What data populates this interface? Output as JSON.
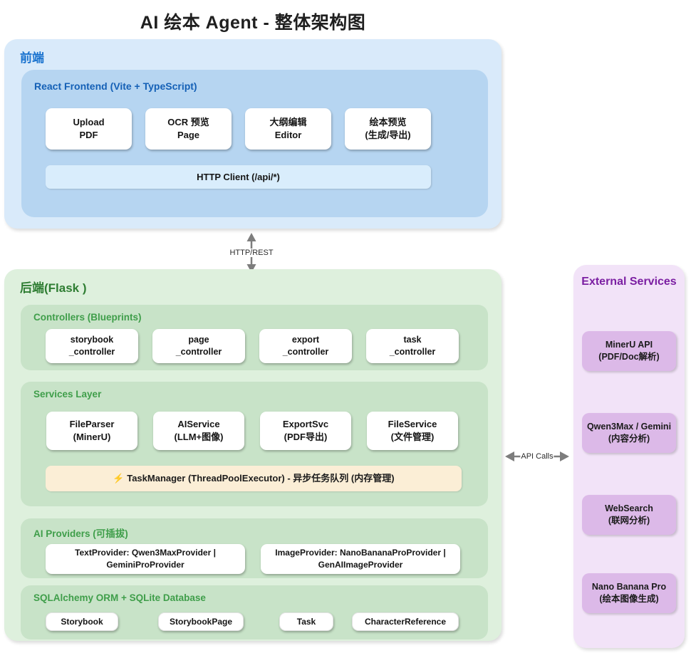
{
  "title": "AI 绘本 Agent - 整体架构图",
  "frontend": {
    "label": "前端",
    "container_label": "React Frontend (Vite + TypeScript)",
    "cards": [
      {
        "line1": "Upload",
        "line2": "PDF"
      },
      {
        "line1": "OCR 预览",
        "line2": "Page"
      },
      {
        "line1": "大纲编辑",
        "line2": "Editor"
      },
      {
        "line1": "绘本预览",
        "line2": "(生成/导出)"
      }
    ],
    "http_client_label": "HTTP Client (/api/*)"
  },
  "connectors": {
    "frontend_backend": "HTTP/REST",
    "backend_external": "API Calls"
  },
  "backend": {
    "label": "后端(Flask )",
    "controllers": {
      "title": "Controllers (Blueprints)",
      "cards": [
        {
          "line1": "storybook",
          "line2": "_controller"
        },
        {
          "line1": "page",
          "line2": "_controller"
        },
        {
          "line1": "export",
          "line2": "_controller"
        },
        {
          "line1": "task",
          "line2": "_controller"
        }
      ]
    },
    "services": {
      "title": "Services Layer",
      "cards": [
        {
          "line1": "FileParser",
          "line2": "(MinerU)"
        },
        {
          "line1": "AIService",
          "line2": "(LLM+图像)"
        },
        {
          "line1": "ExportSvc",
          "line2": "(PDF导出)"
        },
        {
          "line1": "FileService",
          "line2": "(文件管理)"
        }
      ],
      "task_manager": "⚡ TaskManager (ThreadPoolExecutor) - 异步任务队列 (内存管理)"
    },
    "providers": {
      "title": "AI Providers (可插拔)",
      "cards": [
        {
          "line1": "TextProvider: Qwen3MaxProvider |",
          "line2": "GeminiProProvider"
        },
        {
          "line1": "ImageProvider: NanoBananaProProvider |",
          "line2": "GenAIImageProvider"
        }
      ]
    },
    "database": {
      "title": "SQLAlchemy ORM + SQLite Database",
      "cards": [
        "Storybook",
        "StorybookPage",
        "Task",
        "CharacterReference"
      ]
    }
  },
  "external": {
    "label": "External Services",
    "cards": [
      {
        "line1": "MinerU API",
        "line2": "(PDF/Doc解析)"
      },
      {
        "line1": "Qwen3Max / Gemini",
        "line2": "(内容分析)"
      },
      {
        "line1": "WebSearch",
        "line2": "(联网分析)"
      },
      {
        "line1": "Nano Banana Pro",
        "line2": "(绘本图像生成)"
      }
    ]
  },
  "colors": {
    "frontend_bg": "#d9eafa",
    "frontend_inner_bg": "#b6d5f1",
    "frontend_label": "#1a73cf",
    "frontend_inner_label": "#1460b6",
    "http_client_bg": "#d9edfc",
    "backend_bg": "#def0dd",
    "backend_inner_bg": "#c8e3c8",
    "backend_label": "#2e7d32",
    "backend_section_label": "#3f9e4a",
    "task_manager_bg": "#fbeed6",
    "external_bg": "#f2e3f8",
    "external_card_bg": "#dcb9e8",
    "external_label": "#7b1fa2",
    "arrow": "#7d7d7d"
  }
}
